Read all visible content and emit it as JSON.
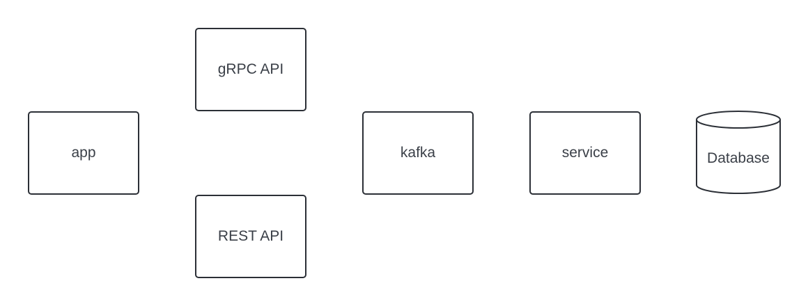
{
  "diagram": {
    "nodes": {
      "app": "app",
      "grpc_api": "gRPC API",
      "rest_api": "REST API",
      "kafka": "kafka",
      "service": "service",
      "database": "Database"
    }
  }
}
